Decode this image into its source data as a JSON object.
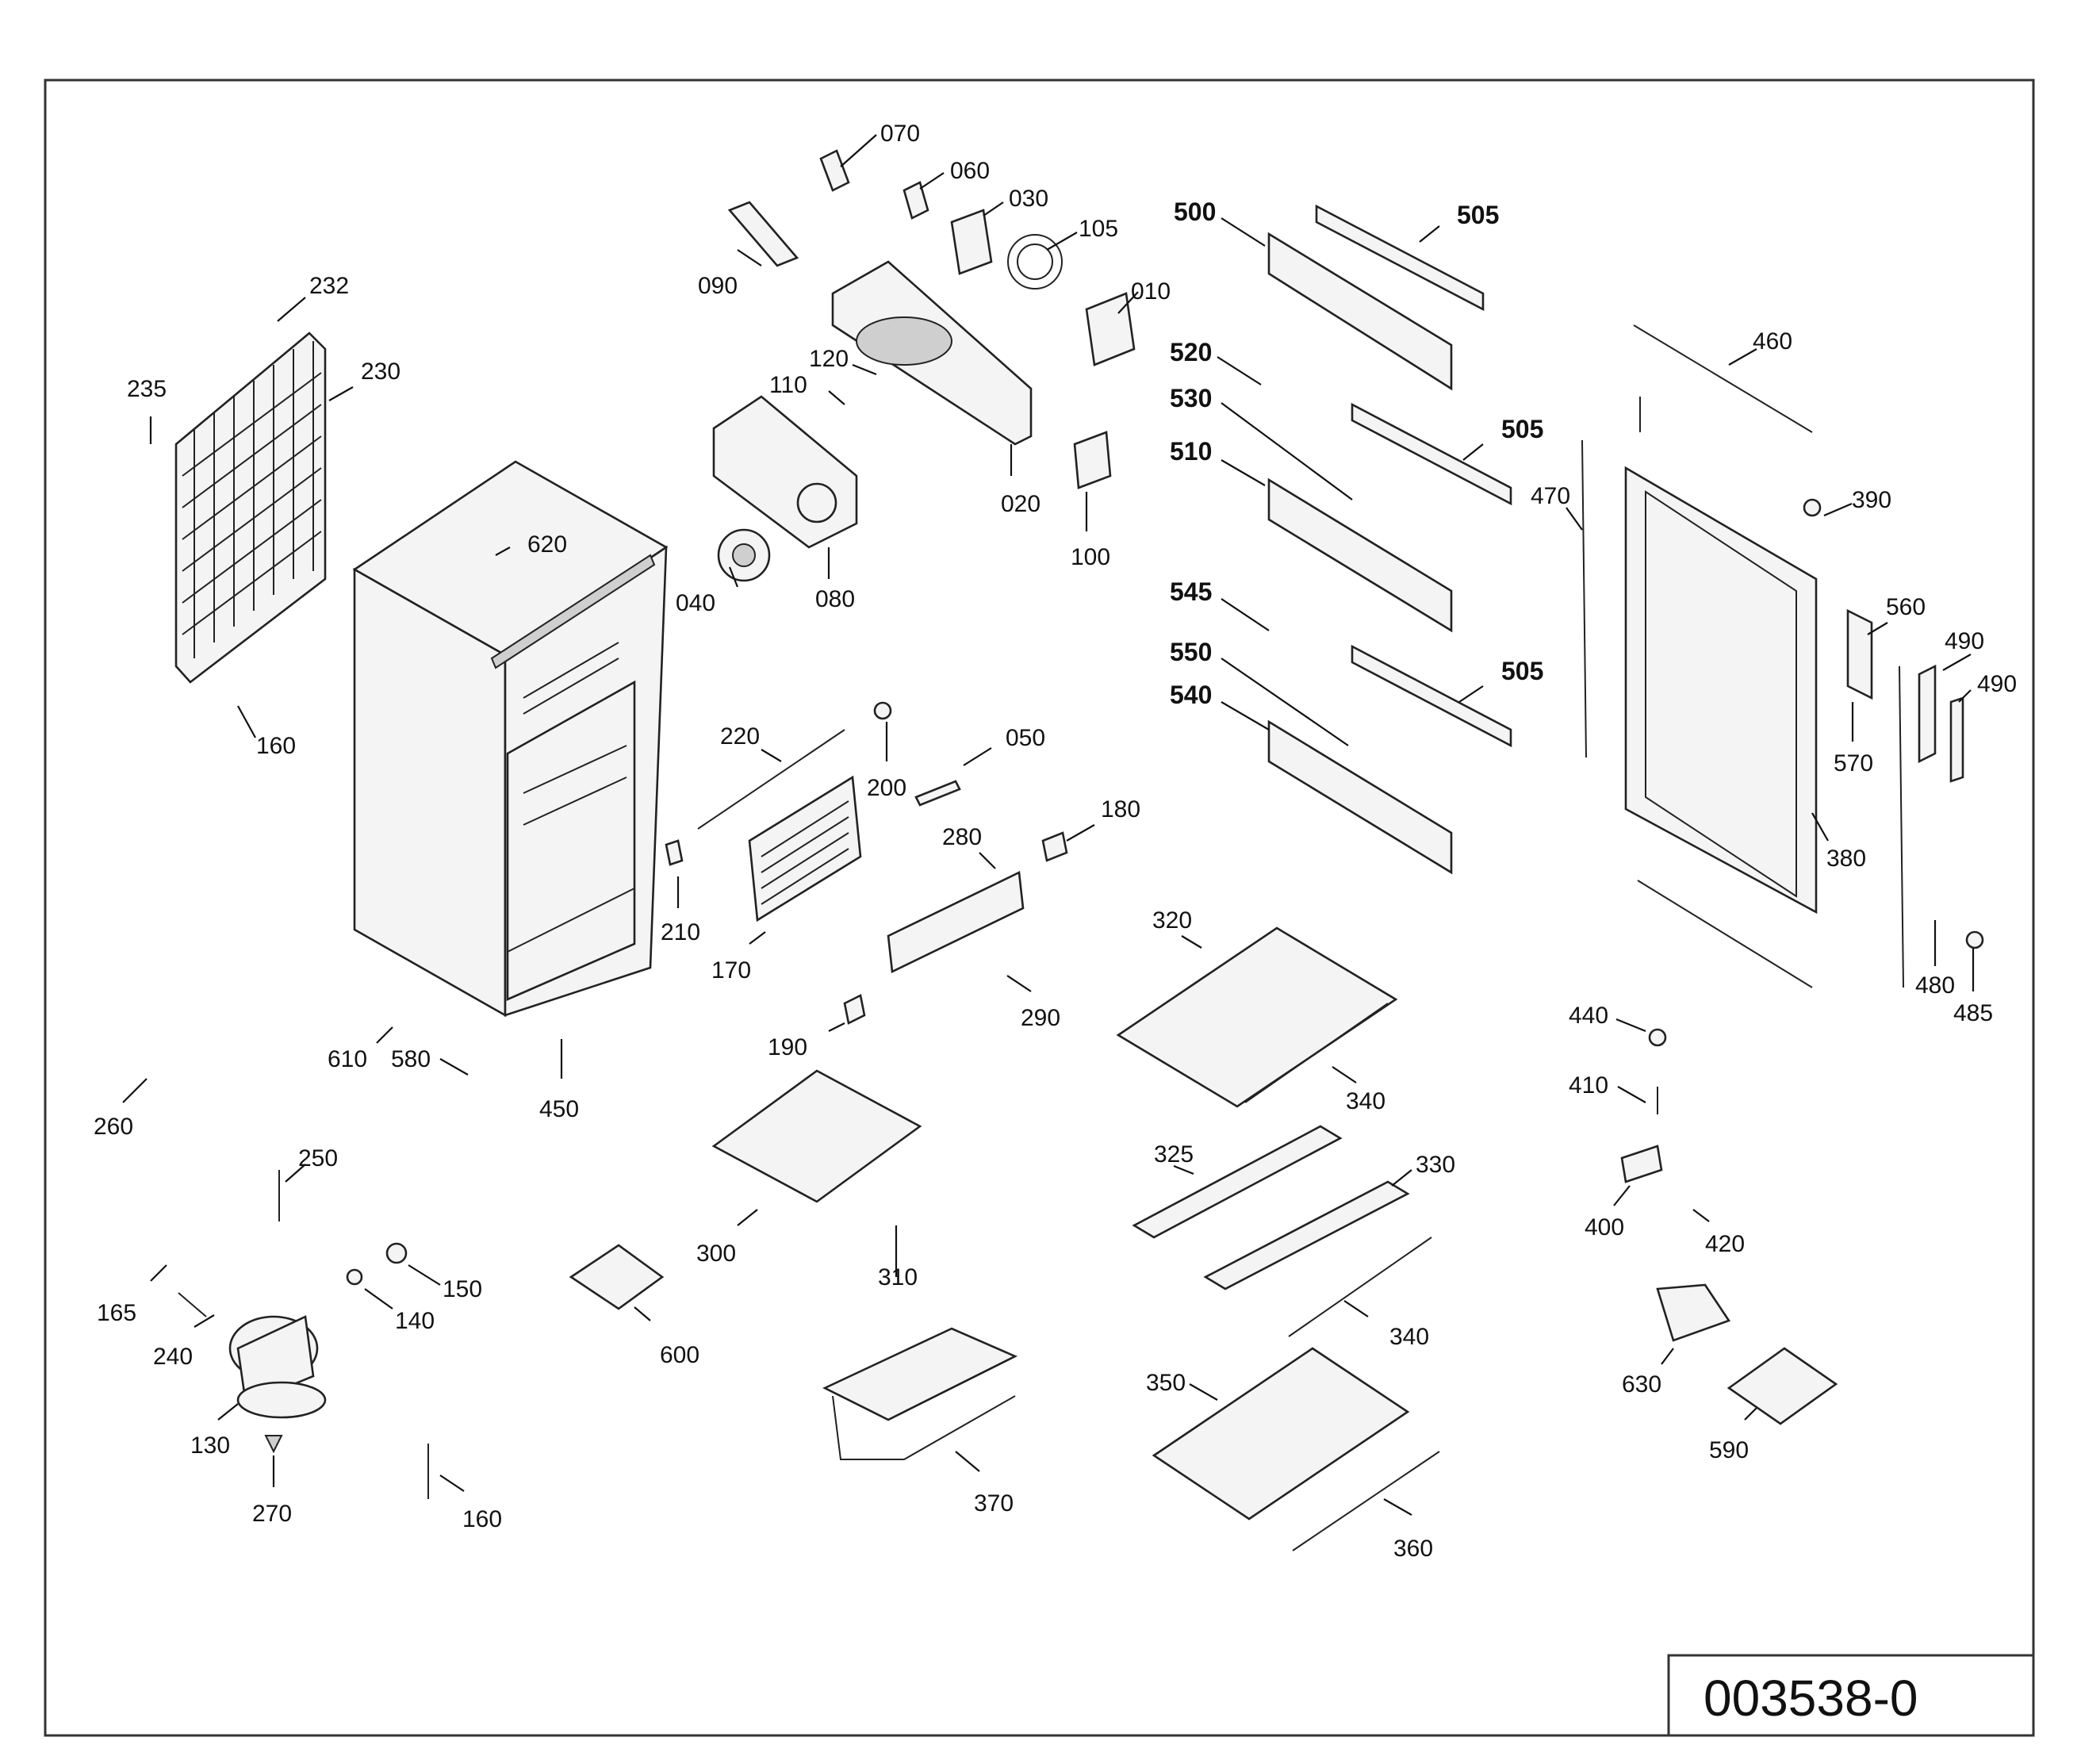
{
  "drawing_number": "003538-0",
  "parts": {
    "p070": "070",
    "p060": "060",
    "p030": "030",
    "p105": "105",
    "p010": "010",
    "p090": "090",
    "p120": "120",
    "p110": "110",
    "p020": "020",
    "p100": "100",
    "p040": "040",
    "p080": "080",
    "p232": "232",
    "p235": "235",
    "p230": "230",
    "p620": "620",
    "p160a": "160",
    "p220": "220",
    "p200": "200",
    "p050": "050",
    "p180": "180",
    "p280": "280",
    "p210": "210",
    "p170": "170",
    "p190": "190",
    "p290": "290",
    "p610": "610",
    "p580": "580",
    "p450": "450",
    "p260": "260",
    "p250": "250",
    "p165": "165",
    "p240": "240",
    "p150": "150",
    "p140": "140",
    "p130": "130",
    "p270": "270",
    "p160b": "160",
    "p300": "300",
    "p310": "310",
    "p600": "600",
    "p370": "370",
    "p500": "500",
    "p505a": "505",
    "p520": "520",
    "p530": "530",
    "p505b": "505",
    "p510": "510",
    "p545": "545",
    "p550": "550",
    "p505c": "505",
    "p540": "540",
    "p320": "320",
    "p340a": "340",
    "p325": "325",
    "p330": "330",
    "p340b": "340",
    "p350": "350",
    "p360": "360",
    "p460": "460",
    "p470": "470",
    "p390": "390",
    "p560": "560",
    "p490a": "490",
    "p490b": "490",
    "p570": "570",
    "p380": "380",
    "p480": "480",
    "p485": "485",
    "p440": "440",
    "p410": "410",
    "p400": "400",
    "p420": "420",
    "p630": "630",
    "p590": "590"
  }
}
